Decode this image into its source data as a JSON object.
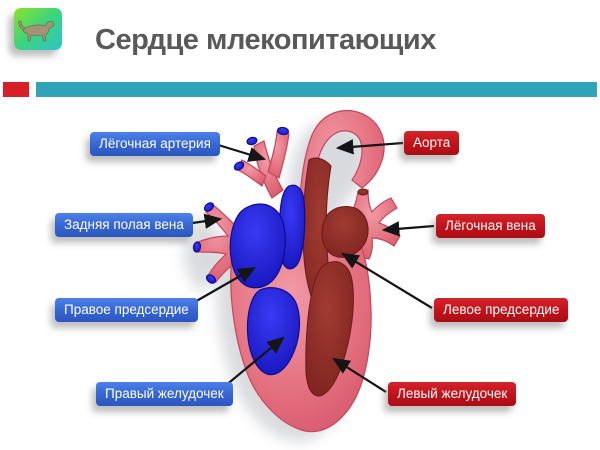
{
  "header": {
    "title": "Сердце млекопитающих",
    "icon": "animal-photo-icon"
  },
  "diagram": {
    "labels_left": [
      {
        "text": "Лёгочная артерия",
        "color": "blue"
      },
      {
        "text": "Задняя полая вена",
        "color": "blue"
      },
      {
        "text": "Правое предсердие",
        "color": "blue"
      },
      {
        "text": "Правый желудочек",
        "color": "blue"
      }
    ],
    "labels_right": [
      {
        "text": "Аорта",
        "color": "red"
      },
      {
        "text": "Лёгочная вена",
        "color": "red"
      },
      {
        "text": "Левое предсердие",
        "color": "red"
      },
      {
        "text": "Левый желудочек",
        "color": "red"
      }
    ]
  },
  "colors": {
    "title_text": "#595959",
    "red_bar": "#D61F26",
    "teal_bar": "#2FA3B8",
    "label_blue": "#3A6FDE",
    "label_red": "#C6111B",
    "heart_pink": "#E4707F",
    "chamber_dark_red": "#8E2B26",
    "venous_blue": "#1B1BD8",
    "arrow_black": "#151515"
  }
}
